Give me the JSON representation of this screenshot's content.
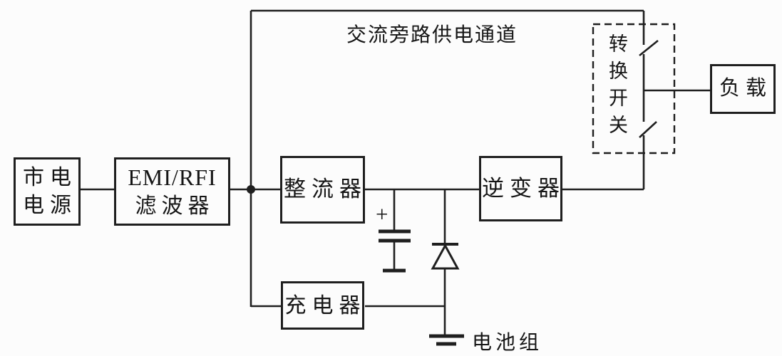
{
  "colors": {
    "line": "#1f1f1f",
    "background": "#fcfcfc",
    "text": "#161616"
  },
  "labels": {
    "bypass_channel": "交流旁路供电通道",
    "battery_pack": "电池组",
    "capacitor_polarity": "+"
  },
  "blocks": {
    "mains_line1": "市电",
    "mains_line2": "电源",
    "emi_line1": "EMI/RFI",
    "emi_line2": "滤波器",
    "rectifier": "整流器",
    "charger": "充电器",
    "inverter": "逆变器",
    "transfer_switch": "转换开关",
    "load": "负载"
  }
}
